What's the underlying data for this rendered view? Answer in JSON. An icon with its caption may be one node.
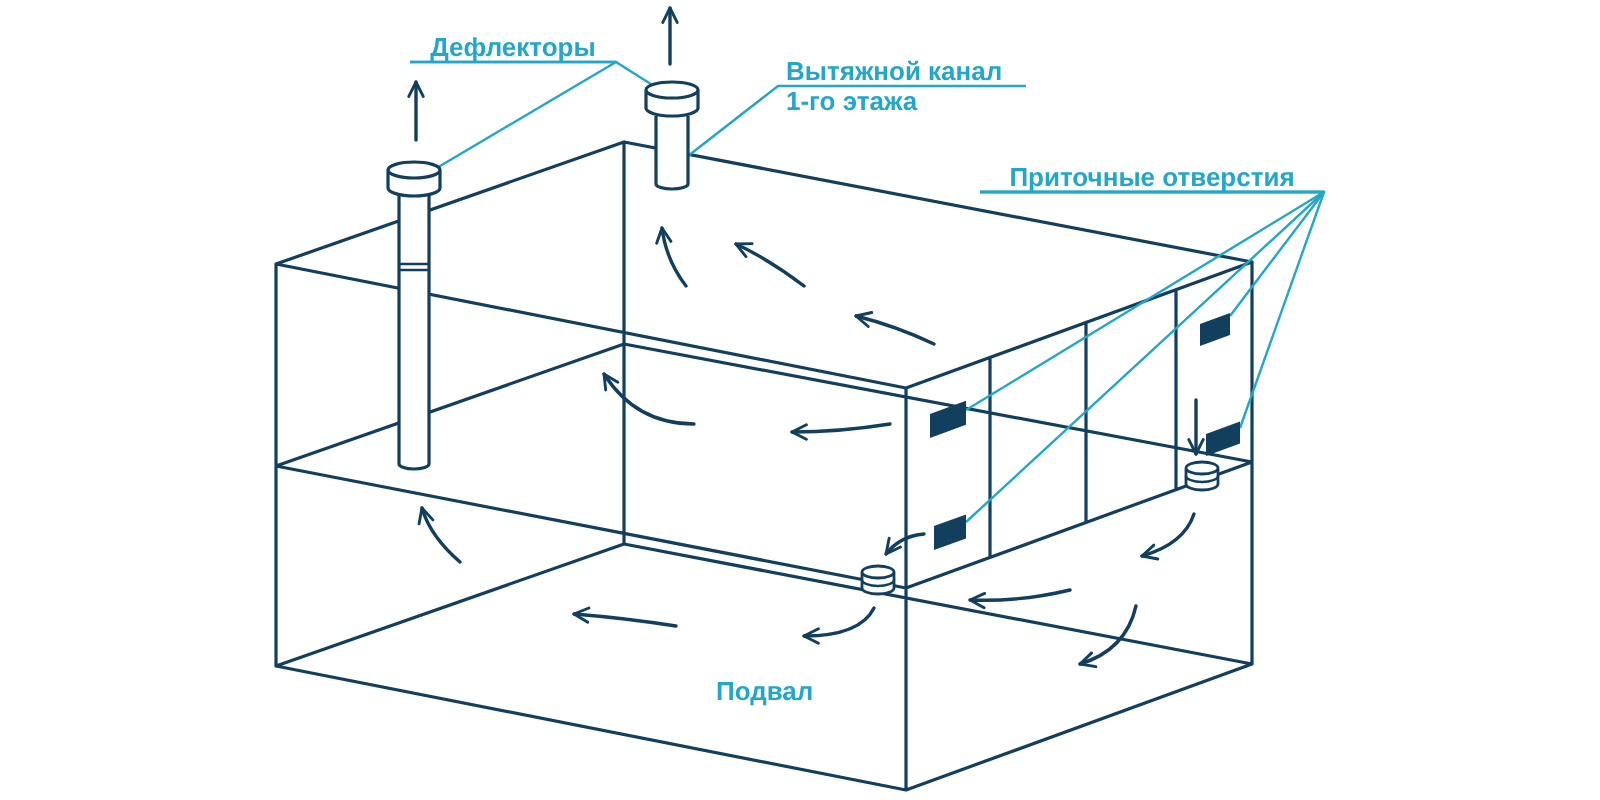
{
  "diagram": {
    "nodes": [
      {
        "text": [
          "Дефлекторы"
        ]
      },
      {
        "text": [],
        "shape": "cylinder"
      },
      {
        "text": [],
        "shape": "cylinder"
      },
      {
        "text": [
          "Вытяжной канал 1-го этажа"
        ]
      },
      {
        "text": [],
        "shape": "cylinder"
      },
      {
        "text": [
          "Приточные отверстия"
        ]
      },
      {
        "text": [],
        "shape": "box"
      },
      {
        "text": [],
        "shape": "box"
      },
      {
        "text": [],
        "shape": "box"
      },
      {
        "text": [],
        "shape": "box"
      }
    ],
    "edges": [
      {
        "from": 0,
        "to": 1,
        "arrow": "none"
      },
      {
        "from": 0,
        "to": 2,
        "arrow": "none"
      },
      {
        "from": 3,
        "to": 4,
        "arrow": "none"
      },
      {
        "from": 5,
        "to": 6,
        "arrow": "none"
      },
      {
        "from": 5,
        "to": 7,
        "arrow": "none"
      },
      {
        "from": 5,
        "to": 8,
        "arrow": "none"
      },
      {
        "from": 5,
        "to": 9,
        "arrow": "none"
      }
    ],
    "labels": [
      "Подвал"
    ]
  }
}
